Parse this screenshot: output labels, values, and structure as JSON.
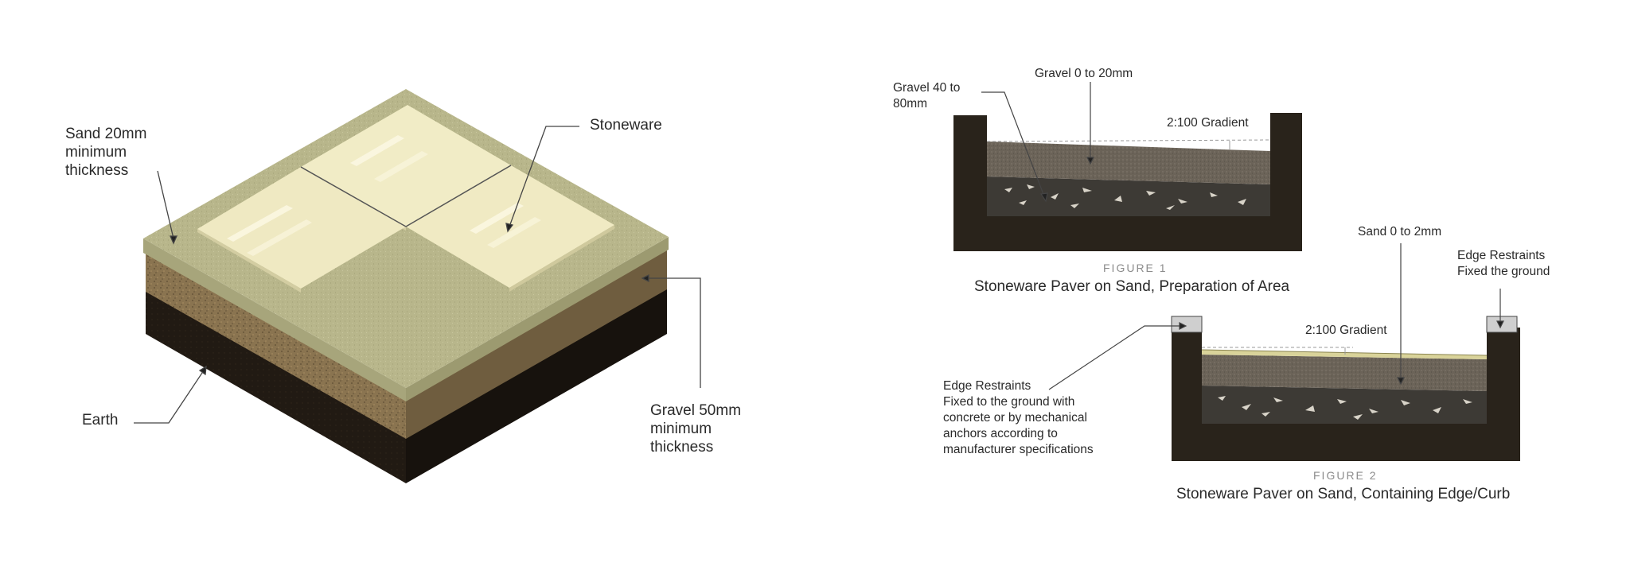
{
  "iso_diagram": {
    "labels": {
      "sand": "Sand 20mm\nminimum\nthickness",
      "stoneware": "Stoneware",
      "earth": "Earth",
      "gravel": "Gravel 50mm\nminimum\nthickness"
    }
  },
  "figure1": {
    "caption_small": "FIGURE 1",
    "caption": "Stoneware Paver on Sand, Preparation of Area",
    "labels": {
      "gravel_large": "Gravel 40 to\n80mm",
      "gravel_fine": "Gravel 0 to 20mm",
      "gradient": "2:100 Gradient"
    }
  },
  "figure2": {
    "caption_small": "FIGURE 2",
    "caption": "Stoneware Paver on Sand, Containing Edge/Curb",
    "labels": {
      "sand": "Sand 0 to 2mm",
      "edge_top": "Edge Restraints\nFixed the ground",
      "gradient": "2:100 Gradient",
      "edge_left": "Edge Restraints\nFixed to the ground with\nconcrete or by mechanical\nanchors according to\nmanufacturer specifications"
    }
  },
  "colors": {
    "earth": "#241d15",
    "gravel_brown": "#8a7450",
    "sand_top": "#b9b78c",
    "tile": "#f1ecc6",
    "trench": "#2a241c",
    "fine_gravel": "#6a6257",
    "coarse_gravel": "#3d3a35"
  }
}
